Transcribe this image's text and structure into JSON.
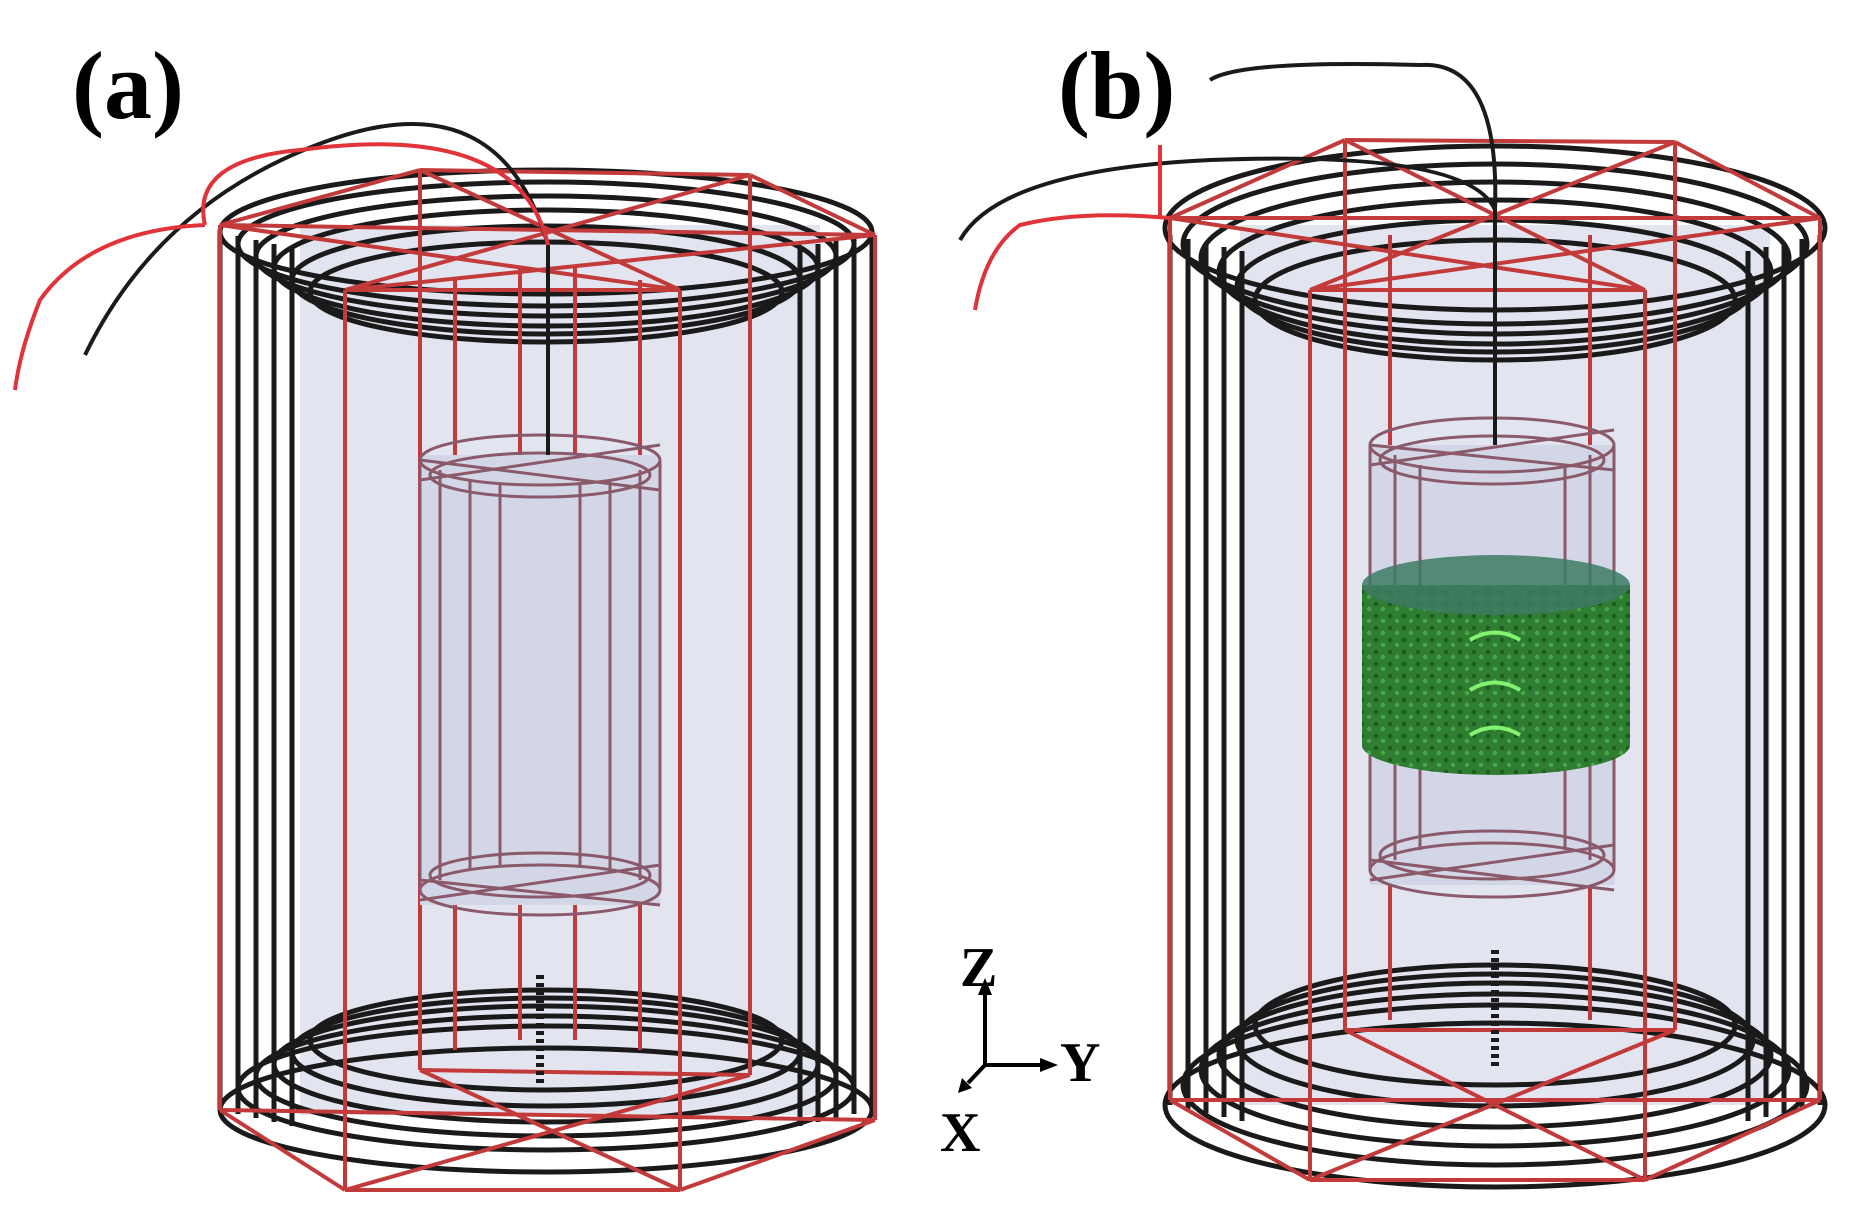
{
  "figure": {
    "panel_a": {
      "label": "(a)"
    },
    "panel_b": {
      "label": "(b)"
    },
    "axes": {
      "z_label": "Z",
      "y_label": "Y",
      "x_label": "X"
    }
  },
  "colors": {
    "background": "#ffffff",
    "coil_black": "#1a1a1a",
    "frame_red": "#c23a3a",
    "wire_red": "#e0343a",
    "fill_lavender": "#dde0ec",
    "sample_green": "#2f8a33",
    "sample_highlight": "#7dff6a"
  },
  "icons": {
    "axis_arrows": "xyz-axis-triad"
  }
}
